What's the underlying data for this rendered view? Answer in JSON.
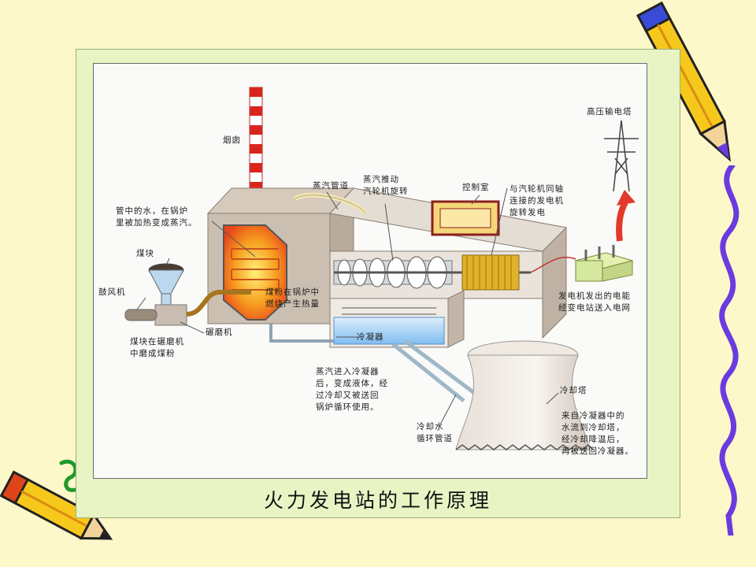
{
  "caption": "火力发电站的工作原理",
  "labels": {
    "chimney": "烟囱",
    "water_in_pipe": "管中的水，在锅炉\n里被加热变成蒸汽。",
    "coal_lump": "煤块",
    "blower": "鼓风机",
    "coal_mill": "碾磨机",
    "mill_grinding": "煤块在碾磨机\n中磨成煤粉",
    "coal_burning": "煤粉在锅炉中\n燃烧产生热量",
    "steam_pipe": "蒸汽管道",
    "steam_turbine": "蒸汽推动\n汽轮机旋转",
    "control_room": "控制室",
    "generator": "与汽轮机同轴\n连接的发电机\n旋转发电",
    "tower": "高压输电塔",
    "power_to_grid": "发电机发出的电能\n经变电站送入电网",
    "condenser": "冷凝器",
    "condenser_desc": "蒸汽进入冷凝器\n后，变成液体，经\n过冷却又被送回\n锅炉循环使用。",
    "cooling_pipe": "冷却水\n循环管道",
    "cooling_tower": "冷却塔",
    "cooling_tower_desc": "来自冷凝器中的\n水流到冷却塔，\n经冷却降温后，\n再被送回冷凝器。"
  },
  "colors": {
    "slide_bg": "#fdf8c9",
    "frame_bg": "#e8f4c4",
    "fire": "#f26a1b",
    "condenser_water": "#a8d4f2",
    "generator": "#e0b22c",
    "pencil_yellow": "#f7c81c",
    "squiggle": "#6a3ce0"
  },
  "icons": [
    "pencil-icon",
    "squiggle-decoration",
    "transmission-tower-icon"
  ]
}
